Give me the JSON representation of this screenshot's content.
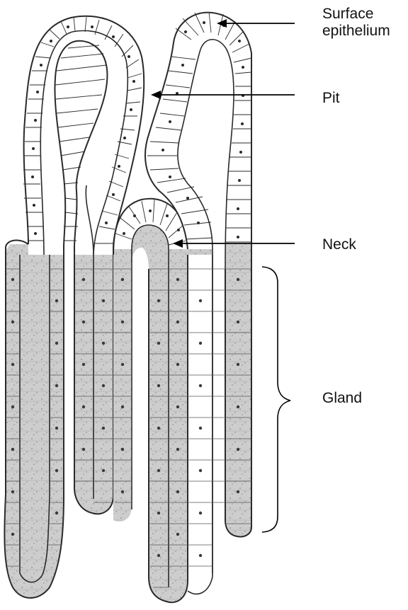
{
  "labels": {
    "surface_line1": "Surface",
    "surface_line2": "epithelium",
    "pit": "Pit",
    "neck": "Neck",
    "gland": "Gland"
  },
  "colors": {
    "surface_cells": "#ffffff",
    "gland_cells": "#c8c8c8",
    "outline": "#2a2a2a",
    "label_text": "#111111"
  }
}
